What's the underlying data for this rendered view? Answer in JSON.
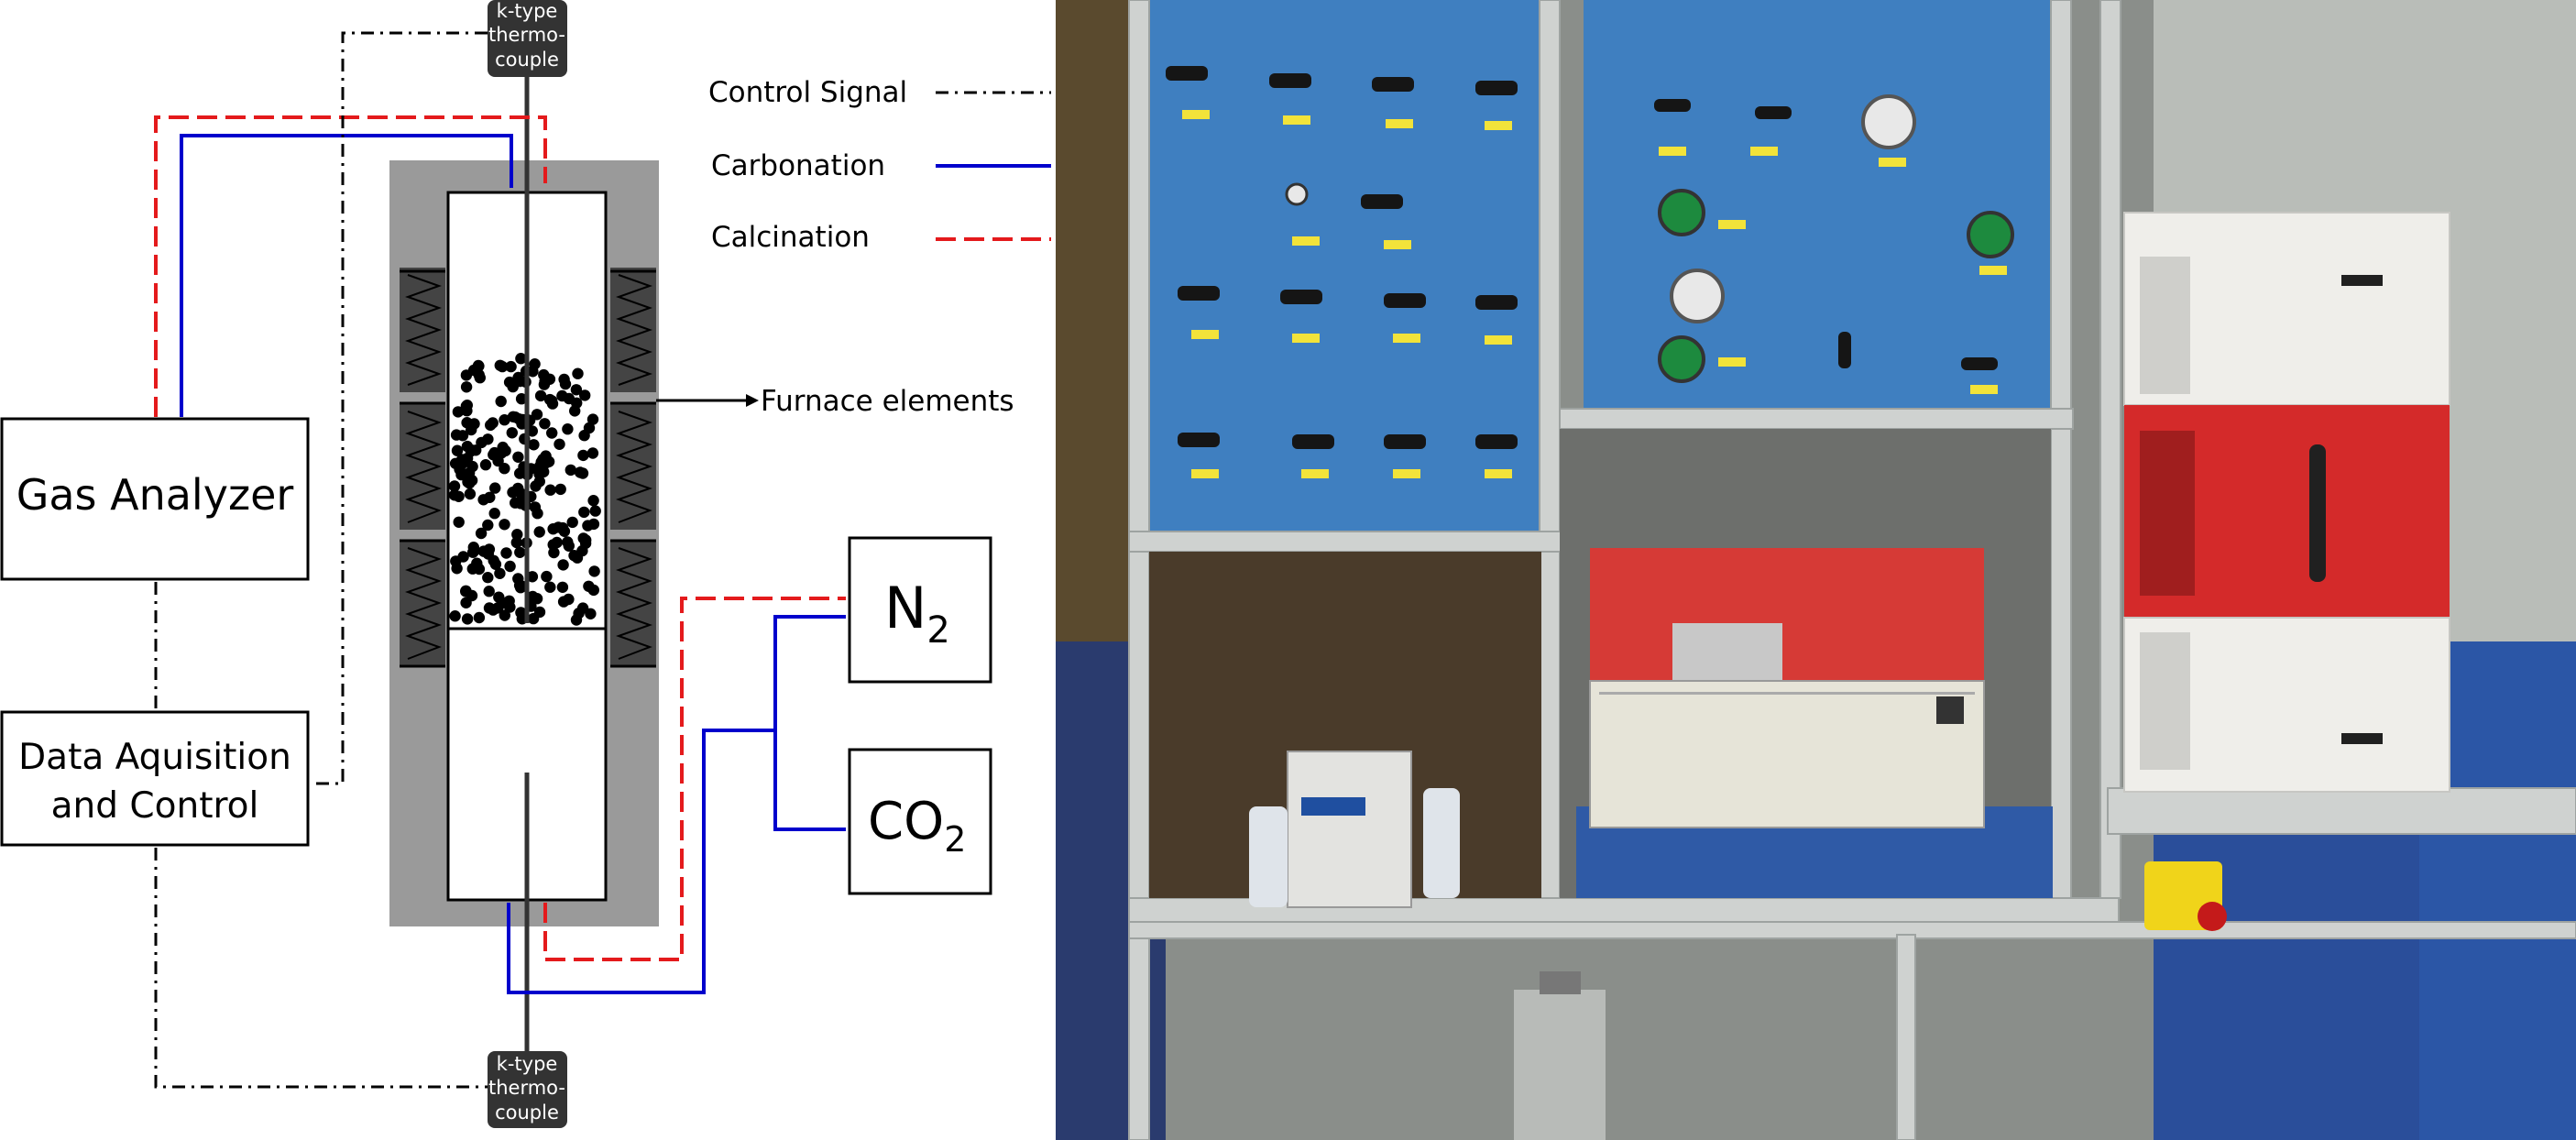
{
  "schematic": {
    "thermocouple_top": [
      "k-type",
      "thermo-",
      "couple"
    ],
    "thermocouple_bottom": [
      "k-type",
      "thermo-",
      "couple"
    ],
    "legend": {
      "control_signal": "Control Signal",
      "carbonation": "Carbonation",
      "calcination": "Calcination"
    },
    "furnace_elements_label": "Furnace elements",
    "gas_analyzer": "Gas Analyzer",
    "daq": [
      "Data Aquisition",
      "and Control"
    ],
    "n2": {
      "base": "N",
      "sub": "2"
    },
    "co2": {
      "base": "CO",
      "sub": "2"
    },
    "colors": {
      "carbonation": "#0000cc",
      "calcination": "#e41a1c",
      "control": "#000000",
      "furnace_body": "#9a9a9a",
      "thermocouple_label_bg": "#333333"
    }
  },
  "photo": {
    "description_icon": "lab-apparatus-photo",
    "colors": {
      "panel": "#3f7fc0",
      "furnace_red": "#d42a2a",
      "gc_red": "#d63a36",
      "frame": "#c8c8c8"
    }
  }
}
